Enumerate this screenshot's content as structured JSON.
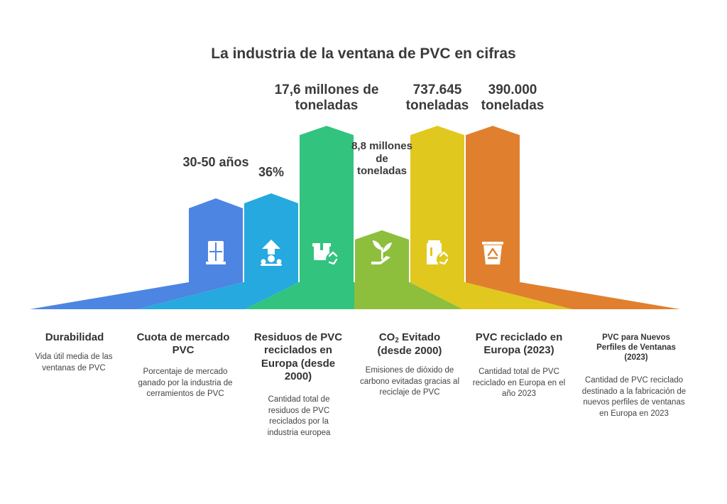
{
  "title": "La industria de la ventana de PVC en cifras",
  "colors": {
    "durabilidad": "#4d85e3",
    "cuota": "#25a9de",
    "residuos": "#32c37f",
    "co2": "#8dbf3c",
    "pvc_reciclado": "#e0c81e",
    "nuevos_perfiles": "#e0802e",
    "icon": "#ffffff"
  },
  "stats": [
    {
      "value": "30-50 años",
      "title": "Durabilidad",
      "description": "Vida útil media de las ventanas de PVC",
      "icon": "window-icon"
    },
    {
      "value": "36%",
      "title": "Cuota de mercado PVC",
      "description": "Porcentaje de mercado ganado por la industria de cerramientos de PVC",
      "icon": "market-growth-icon"
    },
    {
      "value": "17,6 millones de toneladas",
      "title": "Residuos de PVC reciclados en Europa (desde 2000)",
      "description": "Cantidad total de residuos de PVC reciclados por la industria europea",
      "icon": "recycle-box-icon"
    },
    {
      "value": "8,8 millones de toneladas",
      "title_main": "CO",
      "title_sub": "2",
      "title_rest": " Evitado",
      "title_line2": "(desde 2000)",
      "description": "Emisiones de dióxido de carbono evitadas gracias al reciclaje de PVC",
      "icon": "plant-hand-icon"
    },
    {
      "value": "737.645 toneladas",
      "title": "PVC reciclado en Europa (2023)",
      "description": "Cantidad total de PVC reciclado en Europa en el año 2023",
      "icon": "recycle-bag-icon"
    },
    {
      "value": "390.000 toneladas",
      "title": "PVC para Nuevos Perfiles de Ventanas (2023)",
      "description": "Cantidad de PVC reciclado destinado a la fabricación de nuevos perfiles de ventanas en Europa en 2023",
      "icon": "recycle-bin-icon"
    }
  ]
}
